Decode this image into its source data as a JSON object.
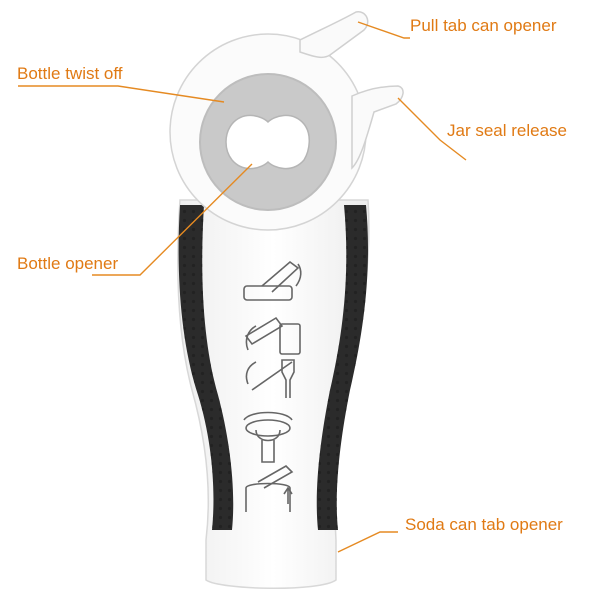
{
  "colors": {
    "label_text": "#e07a14",
    "leader_line": "#e58a22",
    "body_white": "#fafafa",
    "body_outline": "#d6d6d6",
    "ring_gray": "#c9c9c9",
    "grip_black": "#2b2b2b",
    "icon_stroke": "#666666"
  },
  "labels": {
    "pull_tab": "Pull tab can opener",
    "bottle_twist": "Bottle twist off",
    "jar_seal": "Jar seal release",
    "bottle_opener": "Bottle opener",
    "soda_tab": "Soda can tab opener"
  },
  "product": {
    "icons": [
      "pull-tab-icon",
      "can-tab-icon",
      "bottle-cap-icon",
      "jar-twist-icon",
      "soda-can-icon"
    ]
  }
}
